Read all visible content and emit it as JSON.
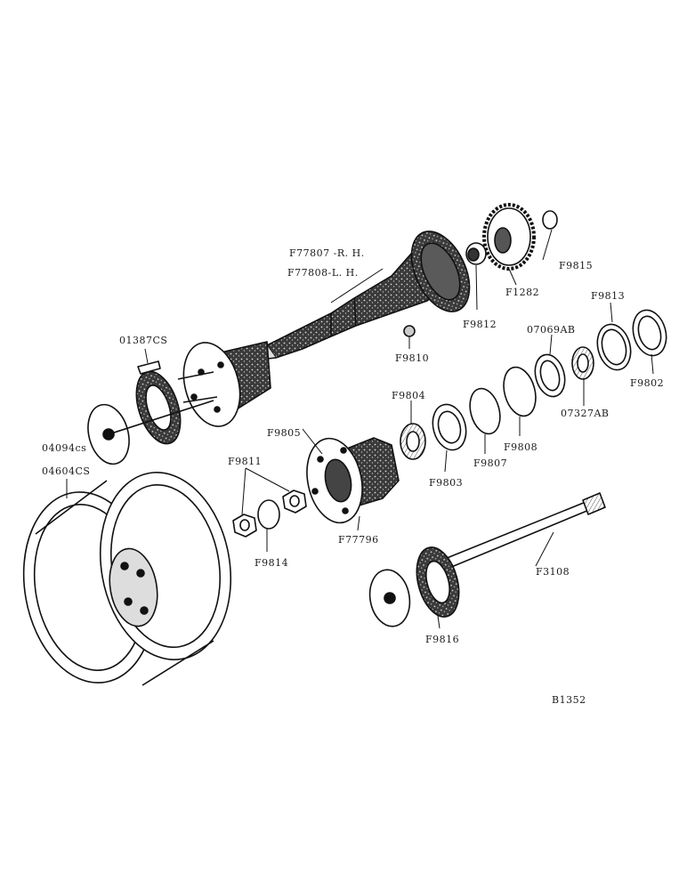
{
  "labels": {
    "f77807": "F77807 -R. H.",
    "f77808": "F77808-L. H.",
    "f9815": "F9815",
    "f1282": "F1282",
    "f9812": "F9812",
    "f9813": "F9813",
    "l07069ab": "07069AB",
    "f9810": "F9810",
    "l01387cs": "01387CS",
    "f9802": "F9802",
    "l07327ab": "07327AB",
    "f9804": "F9804",
    "f9808": "F9808",
    "f9805": "F9805",
    "f9807": "F9807",
    "l04094cs": "04094cs",
    "l04604cs": "04604CS",
    "f9811": "F9811",
    "f9803": "F9803",
    "f77796": "F77796",
    "f3108": "F3108",
    "f9814": "F9814",
    "f9816": "F9816",
    "ref": "B1352"
  }
}
